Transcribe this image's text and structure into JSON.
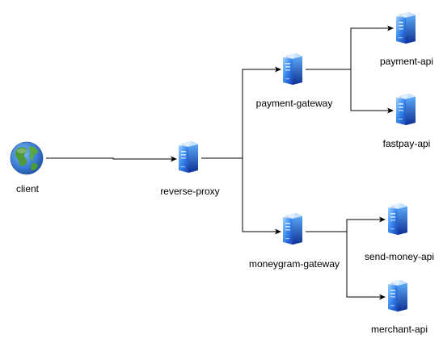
{
  "diagram": {
    "nodes": {
      "client": {
        "label": "client",
        "icon": "globe-icon"
      },
      "reverse_proxy": {
        "label": "reverse-proxy",
        "icon": "server-icon"
      },
      "payment_gateway": {
        "label": "payment-gateway",
        "icon": "server-icon"
      },
      "moneygram_gateway": {
        "label": "moneygram-gateway",
        "icon": "server-icon"
      },
      "payment_api": {
        "label": "payment-api",
        "icon": "server-icon"
      },
      "fastpay_api": {
        "label": "fastpay-api",
        "icon": "server-icon"
      },
      "send_money_api": {
        "label": "send-money-api",
        "icon": "server-icon"
      },
      "merchant_api": {
        "label": "merchant-api",
        "icon": "server-icon"
      }
    },
    "edges": [
      {
        "from": "client",
        "to": "reverse_proxy"
      },
      {
        "from": "reverse_proxy",
        "to": "payment_gateway"
      },
      {
        "from": "reverse_proxy",
        "to": "moneygram_gateway"
      },
      {
        "from": "payment_gateway",
        "to": "payment_api"
      },
      {
        "from": "payment_gateway",
        "to": "fastpay_api"
      },
      {
        "from": "moneygram_gateway",
        "to": "send_money_api"
      },
      {
        "from": "moneygram_gateway",
        "to": "merchant_api"
      }
    ],
    "colors": {
      "server_light": "#8fc8ff",
      "server_mid": "#3e8df0",
      "server_dark": "#1440b8",
      "globe_ocean": "#3c7fd8",
      "globe_land": "#4e9a3a",
      "edge": "#000000"
    }
  }
}
